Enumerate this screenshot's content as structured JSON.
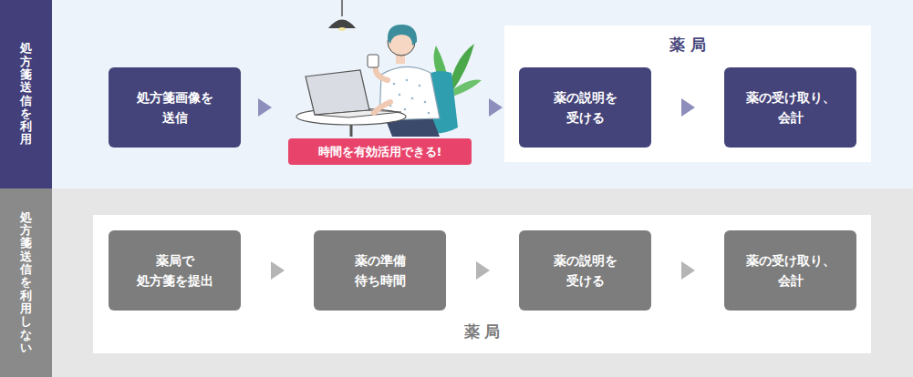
{
  "diagram": {
    "nodes": [
      {
        "text": [
          "処方箋送信を利用"
        ]
      },
      {
        "text": [
          "処方箋画像を 送信"
        ],
        "in": 0
      },
      {
        "text": [
          "時間を有効活用できる!"
        ],
        "in": 0
      },
      {
        "text": [
          "薬 局"
        ],
        "in": 0
      },
      {
        "text": [
          "薬の説明を 受ける"
        ],
        "in": 3
      },
      {
        "text": [
          "薬の受け取り、 会計"
        ],
        "in": 3
      },
      {
        "text": [
          "処方箋送信を利用しない"
        ]
      },
      {
        "text": [
          "薬 局"
        ],
        "in": 6
      },
      {
        "text": [
          "薬局で 処方箋を提出"
        ],
        "in": 7
      },
      {
        "text": [
          "薬の準備 待ち時間"
        ],
        "in": 7
      },
      {
        "text": [
          "薬の説明を 受ける"
        ],
        "in": 7
      },
      {
        "text": [
          "薬の受け取り、 会計"
        ],
        "in": 7
      }
    ],
    "edges": [
      {
        "from": 1,
        "to": 2,
        "arrow": "to"
      },
      {
        "from": 2,
        "to": 4,
        "arrow": "to"
      },
      {
        "from": 4,
        "to": 5,
        "arrow": "to"
      },
      {
        "from": 8,
        "to": 9,
        "arrow": "to"
      },
      {
        "from": 9,
        "to": 10,
        "arrow": "to"
      },
      {
        "from": 10,
        "to": 11,
        "arrow": "to"
      }
    ]
  }
}
